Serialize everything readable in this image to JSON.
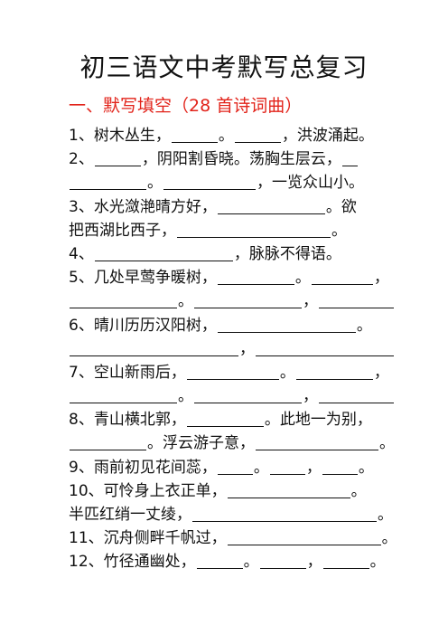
{
  "title": "初三语文中考默写总复习",
  "section_heading": "一、默写填空（28 首诗词曲）",
  "lines": [
    {
      "segments": [
        {
          "t": "1、树木丛生，"
        },
        {
          "b": 3
        },
        {
          "t": "。"
        },
        {
          "b": 3
        },
        {
          "t": "，洪波涌起。"
        }
      ]
    },
    {
      "segments": [
        {
          "t": "2、"
        },
        {
          "b": 3
        },
        {
          "t": "，阴阳割昏晓。荡胸生层云，"
        },
        {
          "b": 1
        }
      ]
    },
    {
      "segments": [
        {
          "b": 5
        },
        {
          "t": "。"
        },
        {
          "b": 6
        },
        {
          "t": "，一览众山小。"
        }
      ]
    },
    {
      "segments": [
        {
          "t": "3、水光潋滟晴方好，"
        },
        {
          "b": 7
        },
        {
          "t": "。欲"
        }
      ]
    },
    {
      "segments": [
        {
          "t": "把西湖比西子，"
        },
        {
          "b": 10
        },
        {
          "t": "。"
        }
      ]
    },
    {
      "segments": [
        {
          "t": "4、"
        },
        {
          "b": 9
        },
        {
          "t": "，脉脉不得语。"
        }
      ]
    },
    {
      "segments": [
        {
          "t": "5、几处早莺争暖树，"
        },
        {
          "b": 5
        },
        {
          "t": "。"
        },
        {
          "b": 4
        },
        {
          "t": "，"
        }
      ]
    },
    {
      "segments": [
        {
          "b": 7
        },
        {
          "t": "。"
        },
        {
          "b": 7
        },
        {
          "t": "，"
        },
        {
          "b": 7
        },
        {
          "t": "。"
        }
      ]
    },
    {
      "segments": [
        {
          "t": "6、晴川历历汉阳树，"
        },
        {
          "b": 9
        },
        {
          "t": "。"
        }
      ]
    },
    {
      "segments": [
        {
          "b": 11
        },
        {
          "t": "，"
        },
        {
          "b": 10
        },
        {
          "t": "。"
        }
      ]
    },
    {
      "segments": [
        {
          "t": "7、空山新雨后，"
        },
        {
          "b": 6
        },
        {
          "t": "。"
        },
        {
          "b": 5
        },
        {
          "t": "，"
        }
      ]
    },
    {
      "segments": [
        {
          "b": 7
        },
        {
          "t": "。"
        },
        {
          "b": 7
        },
        {
          "t": "，"
        },
        {
          "b": 6
        },
        {
          "t": "。"
        }
      ]
    },
    {
      "segments": [
        {
          "t": "8、青山横北郭，"
        },
        {
          "b": 5
        },
        {
          "t": "。此地一为别，"
        }
      ]
    },
    {
      "segments": [
        {
          "b": 5
        },
        {
          "t": "。浮云游子意，"
        },
        {
          "b": 8
        },
        {
          "t": "。"
        }
      ]
    },
    {
      "segments": [
        {
          "t": "9、雨前初见花间蕊，"
        },
        {
          "b": 2.3
        },
        {
          "t": "。"
        },
        {
          "b": 2.3
        },
        {
          "t": "，"
        },
        {
          "b": 2.3
        },
        {
          "t": "。"
        }
      ]
    },
    {
      "segments": [
        {
          "t": "10、可怜身上衣正单，"
        },
        {
          "b": 8
        },
        {
          "t": "。"
        }
      ]
    },
    {
      "segments": [
        {
          "t": "半匹红绡一丈绫，"
        },
        {
          "b": 12
        },
        {
          "t": "。"
        }
      ]
    },
    {
      "segments": [
        {
          "t": "11、沉舟侧畔千帆过，"
        },
        {
          "b": 10
        },
        {
          "t": "。"
        }
      ]
    },
    {
      "segments": [
        {
          "t": "12、竹径通幽处，"
        },
        {
          "b": 3
        },
        {
          "t": "。"
        },
        {
          "b": 3
        },
        {
          "t": "，"
        },
        {
          "b": 3
        },
        {
          "t": "。"
        }
      ]
    }
  ]
}
